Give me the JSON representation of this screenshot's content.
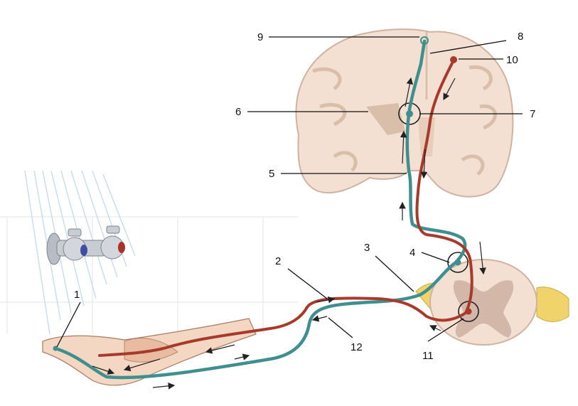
{
  "labels": {
    "l1": "1",
    "l2": "2",
    "l3": "3",
    "l4": "4",
    "l5": "5",
    "l6": "6",
    "l7": "7",
    "l8": "8",
    "l9": "9",
    "l10": "10",
    "l11": "11",
    "l12": "12"
  },
  "colors": {
    "sensory_pathway": "#3f8f8f",
    "motor_pathway": "#a83a2c",
    "brain_tissue": "#f3e0d2",
    "ganglion": "#f0d36a",
    "water": "#b9d4ea"
  }
}
